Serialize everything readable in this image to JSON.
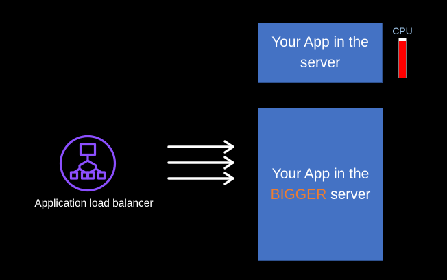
{
  "small_server": {
    "line1": "Your App in the",
    "line2": "server"
  },
  "big_server": {
    "line1": "Your App in the",
    "highlight": "BIGGER",
    "line2_rest": " server"
  },
  "cpu": {
    "label": "CPU",
    "level": 0.93
  },
  "load_balancer": {
    "label": "Application load balancer",
    "icon": "load-balancer-icon"
  },
  "arrows": {
    "count": 3,
    "icon": "right-arrow-icon"
  },
  "colors": {
    "server_box": "#4472c4",
    "highlight": "#ed7d31",
    "cpu_fill": "#ff0000",
    "icon_stroke": "#8c4fff",
    "background": "#000000"
  }
}
